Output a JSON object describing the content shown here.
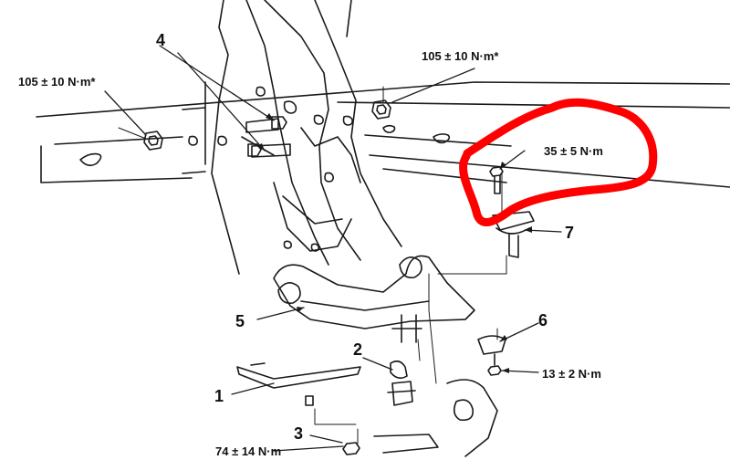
{
  "torque_labels": {
    "bolt_4_left": "105 ± 10 N·m*",
    "bolt_4_right": "105 ± 10 N·m*",
    "ball_joint": "35 ± 5 N·m",
    "bolt_6": "13 ± 2 N·m",
    "bolt_3": "74 ± 14 N·m"
  },
  "part_numbers": {
    "p1": "1",
    "p2": "2",
    "p3": "3",
    "p4": "4",
    "p5": "5",
    "p6": "6",
    "p7": "7"
  },
  "colors": {
    "line_art": "#1a1a1a",
    "highlight": "#ff0000",
    "background": "#ffffff"
  }
}
